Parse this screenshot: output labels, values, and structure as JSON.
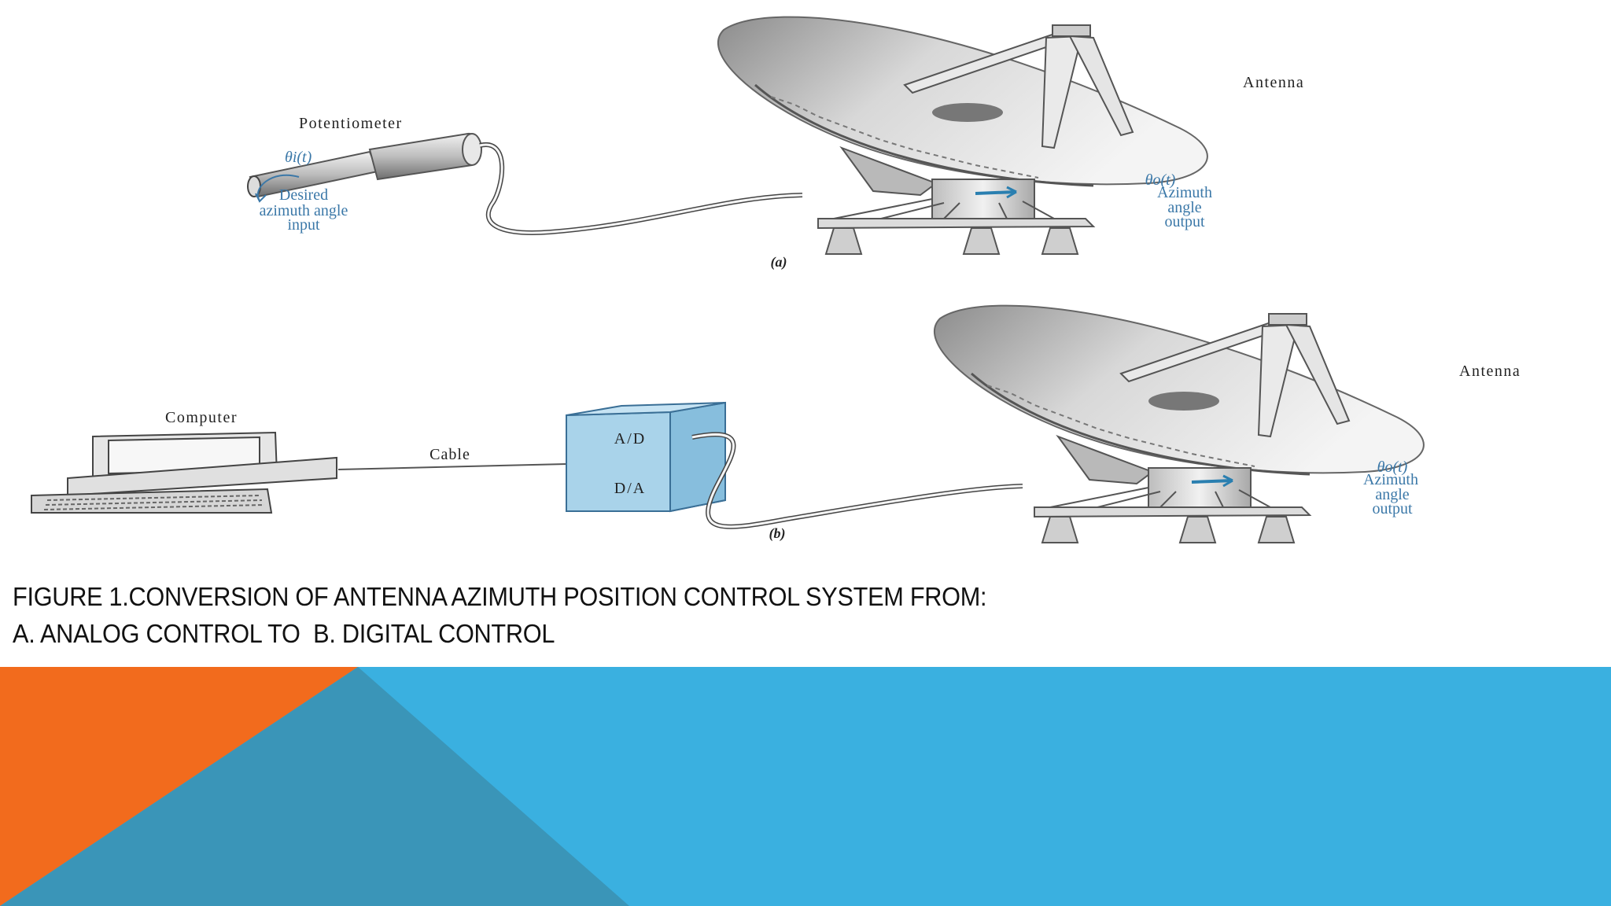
{
  "figure_a": {
    "potentiometer_label": "Potentiometer",
    "input_symbol": "θi(t)",
    "input_desc": [
      "Desired",
      "azimuth angle",
      "input"
    ],
    "antenna_label": "Antenna",
    "output_symbol": "θo(t)",
    "output_desc": [
      "Azimuth",
      "angle",
      "output"
    ],
    "panel_label": "(a)"
  },
  "figure_b": {
    "computer_label": "Computer",
    "cable_label": "Cable",
    "ad_label": "A/D",
    "da_label": "D/A",
    "antenna_label": "Antenna",
    "output_symbol": "θo(t)",
    "output_desc": [
      "Azimuth",
      "angle",
      "output"
    ],
    "panel_label": "(b)"
  },
  "caption": {
    "line1": "FIGURE 1.CONVERSION OF ANTENNA AZIMUTH POSITION CONTROL SYSTEM FROM:",
    "line2": "A. ANALOG CONTROL TO  B. DIGITAL CONTROL"
  },
  "colors": {
    "orange": "#f26b1d",
    "sky_blue": "#3ab0e0",
    "steel_blue": "#3a95b8",
    "box_blue": "#a9d3ea"
  }
}
